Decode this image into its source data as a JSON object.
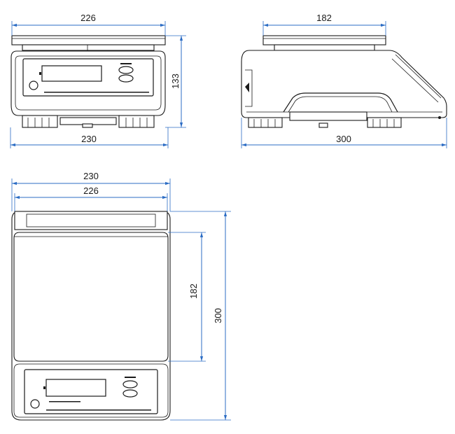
{
  "front_view": {
    "top_width": "226",
    "height": "133",
    "bottom_width": "230"
  },
  "side_view": {
    "top_width": "182",
    "depth": "300"
  },
  "top_view": {
    "outer_width": "230",
    "platform_width": "226",
    "platform_depth": "182",
    "total_depth": "300"
  },
  "colors": {
    "outline": "#1a1a1a",
    "dimension": "#2b6cc4"
  }
}
